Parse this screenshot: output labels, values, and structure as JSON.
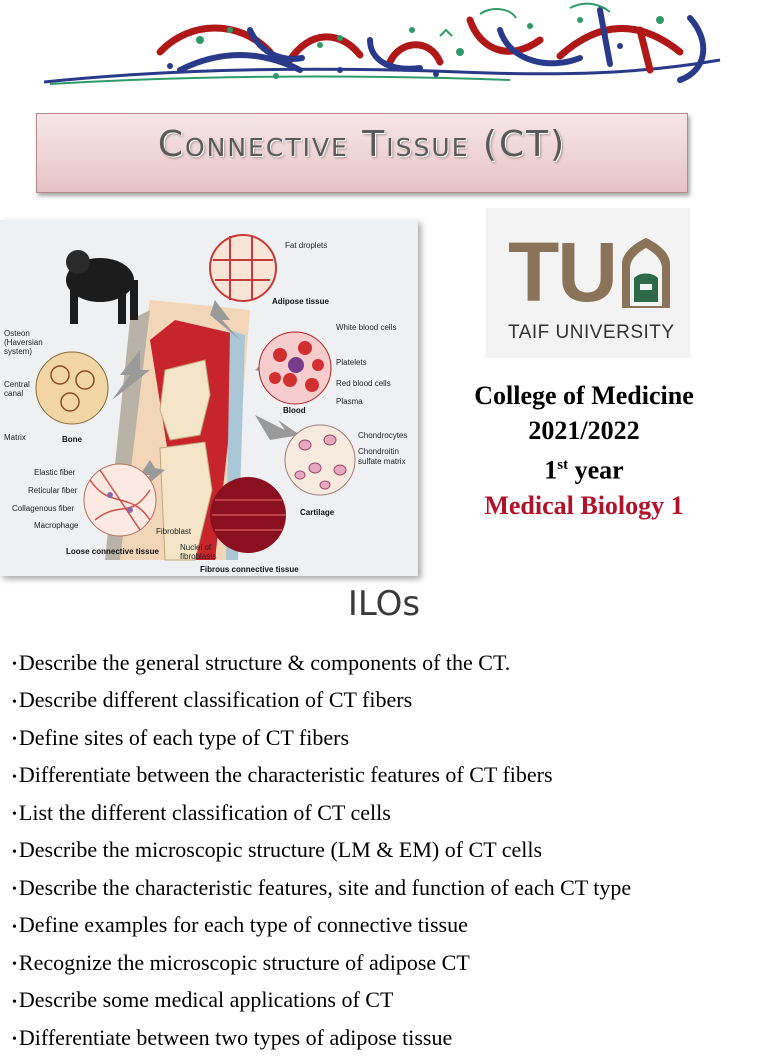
{
  "header": {
    "calligraphy_icon": "basmala-calligraphy-icon"
  },
  "title": {
    "text": "Connective Tissue (CT)"
  },
  "illustration": {
    "labels": {
      "fat_droplets": "Fat droplets",
      "adipose_tissue": "Adipose tissue",
      "white_blood_cells": "White blood cells",
      "platelets": "Platelets",
      "red_blood_cells": "Red blood cells",
      "plasma": "Plasma",
      "blood": "Blood",
      "chondrocytes": "Chondrocytes",
      "chondroitin_1": "Chondroitin",
      "chondroitin_2": "sulfate matrix",
      "cartilage": "Cartilage",
      "osteon_1": "Osteon",
      "osteon_2": "(Haversian",
      "osteon_3": "system)",
      "central_1": "Central",
      "central_2": "canal",
      "matrix": "Matrix",
      "bone": "Bone",
      "elastic_fiber": "Elastic fiber",
      "reticular_fiber": "Reticular fiber",
      "collagenous_fiber": "Collagenous fiber",
      "macrophage": "Macrophage",
      "fibroblast": "Fibroblast",
      "loose_ct": "Loose connective tissue",
      "nuclei_1": "Nuclei of",
      "nuclei_2": "fibroblasts",
      "fibrous_ct": "Fibrous connective tissue"
    }
  },
  "logo": {
    "letters": "TU",
    "caption": "TAIF UNIVERSITY",
    "emblem_icon": "university-emblem-icon"
  },
  "college": {
    "name": "College of Medicine",
    "year_range": "2021/2022",
    "year_number": "1",
    "year_suffix": "st",
    "year_word": " year",
    "course": "Medical Biology 1"
  },
  "ilos": {
    "heading": "ILOs",
    "bullet": "•",
    "items": [
      "Describe the general structure & components of the CT.",
      "Describe different classification of CT fibers",
      "Define sites of each type of CT fibers",
      "Differentiate between the characteristic features of CT fibers",
      "List the different classification of CT cells",
      "Describe the microscopic structure (LM & EM) of CT cells",
      "Describe the characteristic features, site and function of each CT type",
      "Define examples for each type of connective tissue",
      "Recognize the microscopic structure of adipose CT",
      "Describe some medical applications of CT",
      "Differentiate between two types of adipose tissue"
    ]
  },
  "colors": {
    "course_red": "#b3102a",
    "logo_brown": "#8a7358",
    "calligraphy_red": "#b01818",
    "calligraphy_blue": "#2a3a8a",
    "calligraphy_green": "#2e9a6a"
  }
}
